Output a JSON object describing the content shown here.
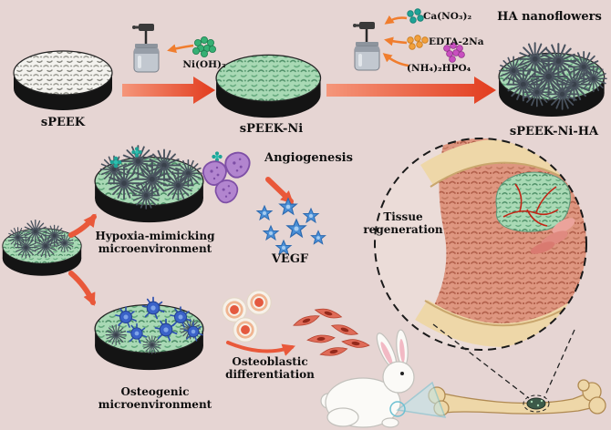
{
  "colors": {
    "background": "#e6d5d3",
    "arrow_red": "#e9583a",
    "arrow_orange": "#f07d2e",
    "scaffold_green": "#a9d9b5",
    "scaffold_white": "#f3f2ee",
    "nanoflower_gray": "#49525e",
    "ni_green": "#36b074",
    "ca_teal": "#1fa396",
    "edta_orange": "#f2a03c",
    "phosphate_magenta": "#c94fc0",
    "cell_purple": "#b285cf",
    "vegf_blue": "#4a8fd6",
    "osteo_blue": "#3a62c8",
    "bone_tan": "#eed7a8",
    "tissue_salmon": "#de9680"
  },
  "synthesis_row": {
    "speek_label": "sPEEK",
    "speek_ni_label": "sPEEK-Ni",
    "speek_ni_ha_label": "sPEEK-Ni-HA",
    "ha_nanoflowers_label": "HA nanoflowers",
    "reagent_ni": "Ni(OH)₂",
    "reagent_ca": "Ca(NO₃)₂",
    "reagent_edta": "EDTA-2Na",
    "reagent_phosphate": "(NH₄)₂HPO₄"
  },
  "bioactivity": {
    "hypoxia_label": "Hypoxia-mimicking microenvironment",
    "angiogenesis_label": "Angiogenesis",
    "vegf_label": "VEGF",
    "osteogenic_label": "Osteogenic microenvironment",
    "osteoblastic_label": "Osteoblastic differentiation",
    "tissue_regeneration_label": "Tissue regeneration"
  }
}
